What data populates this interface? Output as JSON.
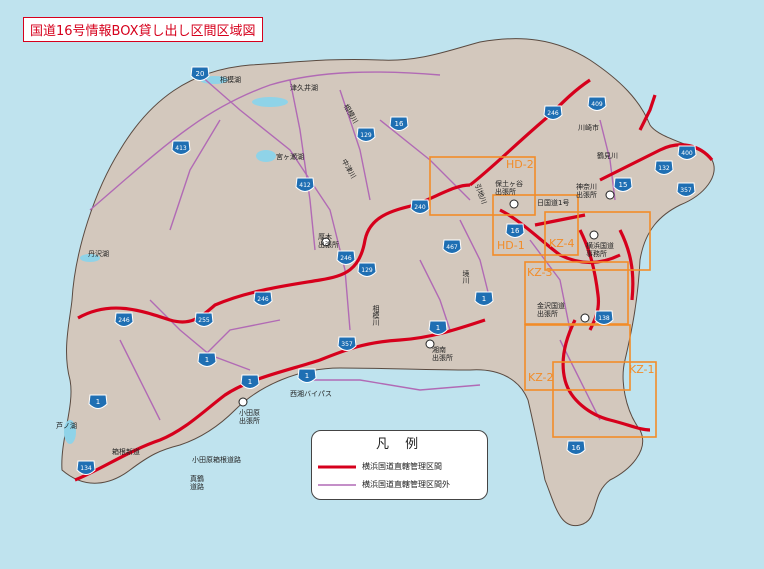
{
  "title": "国道16号情報BOX貸し出し区間区域図",
  "legend": {
    "title": "凡 例",
    "items": [
      {
        "label": "横浜国道直轄管理区間",
        "color": "#d6001c",
        "style": "thick"
      },
      {
        "label": "横浜国道直轄管理区間外",
        "color": "#b16ab5",
        "style": "thin"
      }
    ]
  },
  "colors": {
    "sea": "#bfe3ee",
    "land": "#d3c8bd",
    "direct": "#d6001c",
    "other": "#b16ab5",
    "zone": "#f28c28",
    "shield": "#1f6fb3",
    "lake": "#8fd3e8"
  },
  "zones": [
    {
      "id": "HD-2",
      "label": "HD-2"
    },
    {
      "id": "HD-1",
      "label": "HD-1"
    },
    {
      "id": "KZ-4",
      "label": "KZ-4"
    },
    {
      "id": "KZ-3",
      "label": "KZ-3"
    },
    {
      "id": "KZ-2",
      "label": "KZ-2"
    },
    {
      "id": "KZ-1",
      "label": "KZ-1"
    }
  ],
  "route_shields": [
    "20",
    "246",
    "409",
    "129",
    "16",
    "413",
    "412",
    "240",
    "15",
    "132",
    "400",
    "357",
    "246",
    "467",
    "1",
    "16",
    "246",
    "129",
    "246",
    "255",
    "1",
    "1",
    "1",
    "1",
    "357",
    "138",
    "1",
    "134",
    "16"
  ],
  "places": [
    {
      "id": "sagamiko",
      "text": "相模湖"
    },
    {
      "id": "tsukui",
      "text": "津久井湖"
    },
    {
      "id": "sagami-river",
      "text": "相模川"
    },
    {
      "id": "miyagase",
      "text": "宮ヶ瀬湖"
    },
    {
      "id": "nakatsu",
      "text": "中津川"
    },
    {
      "id": "sakai",
      "text": "境川"
    },
    {
      "id": "kawasaki",
      "text": "川崎市"
    },
    {
      "id": "tsurumi",
      "text": "鶴見川"
    },
    {
      "id": "hodogaya",
      "text": "保土ヶ谷\n出張所"
    },
    {
      "id": "kanagawa",
      "text": "神奈川\n出張所"
    },
    {
      "id": "hiyoshi",
      "text": "日国道1号"
    },
    {
      "id": "yokohama",
      "text": "横浜国道\n事務所"
    },
    {
      "id": "atsugi",
      "text": "厚木\n出張所"
    },
    {
      "id": "tanzawa",
      "text": "丹沢湖"
    },
    {
      "id": "hikiji",
      "text": "引地川"
    },
    {
      "id": "sagamigawa2",
      "text": "相模川"
    },
    {
      "id": "kanazawa",
      "text": "金沢国道\n出張所"
    },
    {
      "id": "shonan",
      "text": "湘南\n出張所"
    },
    {
      "id": "seisho",
      "text": "西湘バイパス"
    },
    {
      "id": "odawara",
      "text": "小田原\n出張所"
    },
    {
      "id": "ashinoko",
      "text": "芦ノ湖"
    },
    {
      "id": "hakone",
      "text": "箱根新道"
    },
    {
      "id": "odawara-hakone",
      "text": "小田原箱根道路"
    },
    {
      "id": "manazuru",
      "text": "真鶴\n道路"
    }
  ]
}
